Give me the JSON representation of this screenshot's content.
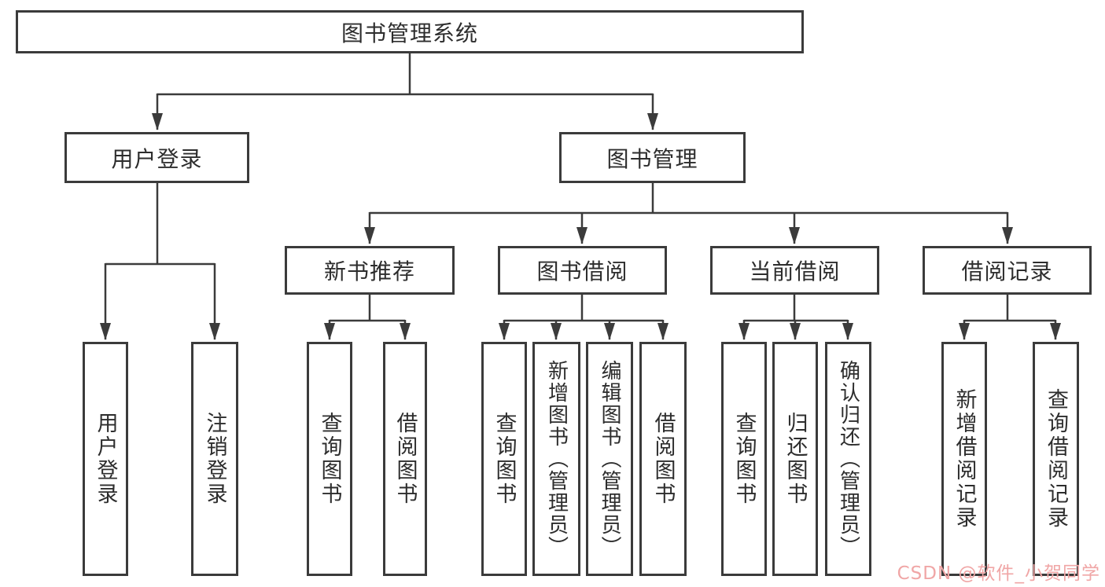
{
  "diagram_type": "hierarchy-tree",
  "tree": {
    "label": "图书管理系统",
    "children": [
      {
        "label": "用户登录",
        "children": [
          {
            "label": "用户登录"
          },
          {
            "label": "注销登录"
          }
        ]
      },
      {
        "label": "图书管理",
        "children": [
          {
            "label": "新书推荐",
            "children": [
              {
                "label": "查询图书"
              },
              {
                "label": "借阅图书"
              }
            ]
          },
          {
            "label": "图书借阅",
            "children": [
              {
                "label": "查询图书"
              },
              {
                "label": "新增图书（管理员）"
              },
              {
                "label": "编辑图书（管理员）"
              },
              {
                "label": "借阅图书"
              }
            ]
          },
          {
            "label": "当前借阅",
            "children": [
              {
                "label": "查询图书"
              },
              {
                "label": "归还图书"
              },
              {
                "label": "确认归还（管理员）"
              }
            ]
          },
          {
            "label": "借阅记录",
            "children": [
              {
                "label": "新增借阅记录"
              },
              {
                "label": "查询借阅记录"
              }
            ]
          }
        ]
      }
    ]
  },
  "watermark": {
    "text": "CSDN @软件_小贺同学"
  },
  "colors": {
    "line": "#3b3b3b",
    "box_border": "#3b3b3b",
    "text": "#2d2d2d",
    "watermark": "#f0a6a6",
    "background": "#ffffff"
  }
}
